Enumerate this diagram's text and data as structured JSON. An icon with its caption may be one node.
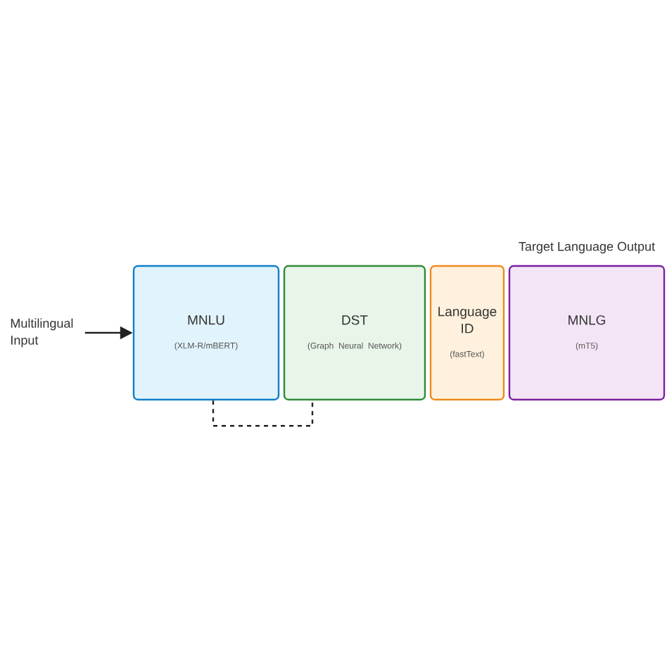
{
  "diagram": {
    "nodes": [
      {
        "text": [
          "Multilingual Input"
        ]
      },
      {
        "text": [
          "MNLU",
          "(XLM-R/mBERT)"
        ]
      },
      {
        "text": [
          "DST",
          "(Graph Neural Network)"
        ]
      },
      {
        "text": [
          "Language ID",
          "(fastText)"
        ]
      },
      {
        "text": [
          "MNLG",
          "(mT5)"
        ]
      }
    ],
    "edges": [
      {
        "from": 0,
        "to": 1,
        "arrow": "to"
      },
      {
        "from": 1,
        "to": 2,
        "arrow": "none",
        "style": "dashed"
      }
    ],
    "labels": [
      "Target Language Output"
    ]
  }
}
